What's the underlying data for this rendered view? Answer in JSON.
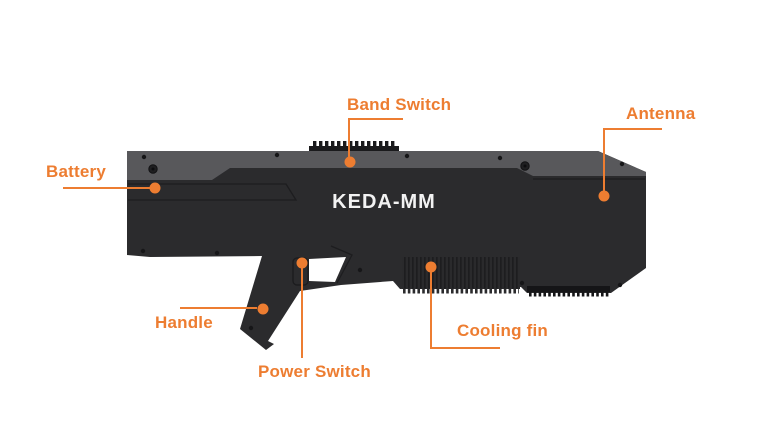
{
  "product": {
    "name": "KEDA-MM"
  },
  "colors": {
    "accent": "#ED7D31",
    "body": "#2B2B2D",
    "top_band": "#58585B",
    "product_text": "#F2F2F2",
    "background": "#FFFFFF"
  },
  "labels": {
    "band_switch": "Band Switch",
    "antenna": "Antenna",
    "battery": "Battery",
    "handle": "Handle",
    "power_switch": "Power Switch",
    "cooling_fin": "Cooling fin"
  }
}
